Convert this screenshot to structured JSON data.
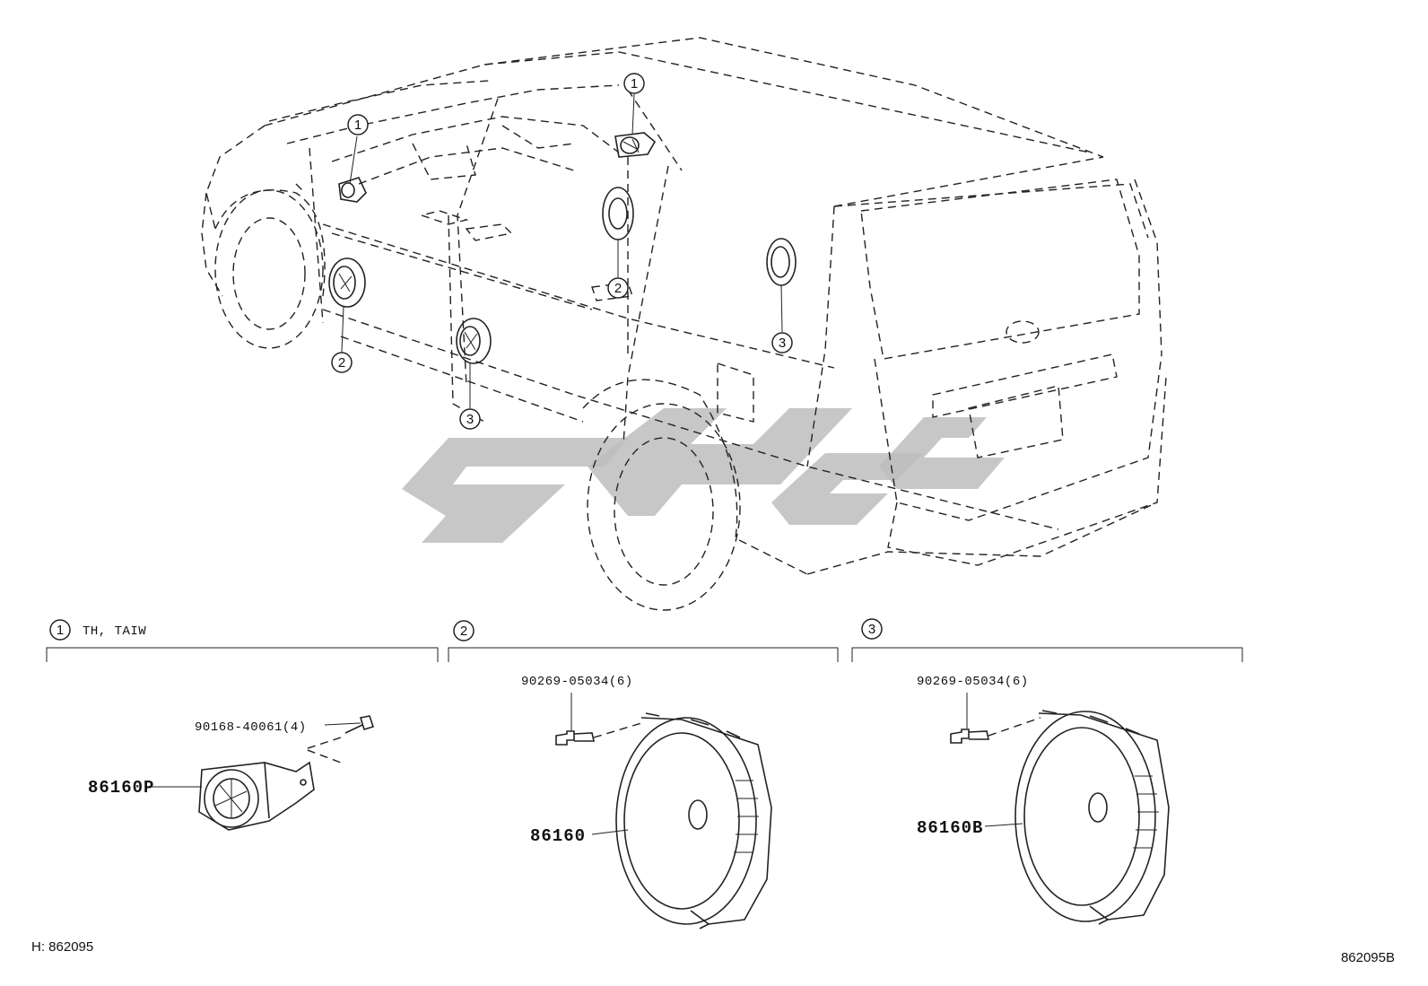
{
  "diagram": {
    "callouts": {
      "one": "1",
      "two": "2",
      "three": "3"
    },
    "groups": {
      "group1": {
        "number": "1",
        "label": "TH, TAIW",
        "screw": "90168-40061(4)",
        "part": "86160P"
      },
      "group2": {
        "number": "2",
        "screw": "90269-05034(6)",
        "part": "86160"
      },
      "group3": {
        "number": "3",
        "screw": "90269-05034(6)",
        "part": "86160B"
      }
    },
    "footer": {
      "left_code": "H: 862095",
      "right_code": "862095B"
    }
  }
}
